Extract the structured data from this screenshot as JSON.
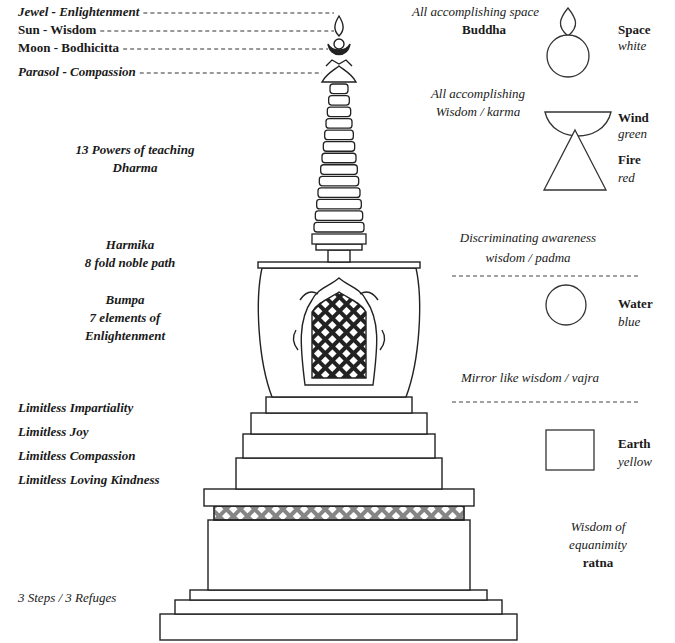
{
  "diagram": {
    "labels": [
      "Jewel - Enlightenment",
      "Sun - Wisdom",
      "Moon - Bodhicitta",
      "Parasol - Compassion",
      "13 Powers of teaching",
      "Dharma",
      "Harmika",
      "8 fold noble path",
      "Bumpa",
      "7 elements of",
      "Enlightenment",
      "Limitless Impartiality",
      "Limitless Joy",
      "Limitless Compassion",
      "Limitless Loving Kindness",
      "3 Steps / 3 Refuges",
      "All accomplishing space",
      "Buddha",
      "All accomplishing",
      "Wisdom / karma",
      "Discriminating awareness",
      "wisdom / padma",
      "Mirror like wisdom / vajra",
      "Wisdom of",
      "equanimity",
      "ratna",
      "Space",
      "white",
      "Wind",
      "green",
      "Fire",
      "red",
      "Water",
      "blue",
      "Earth",
      "yellow"
    ]
  }
}
